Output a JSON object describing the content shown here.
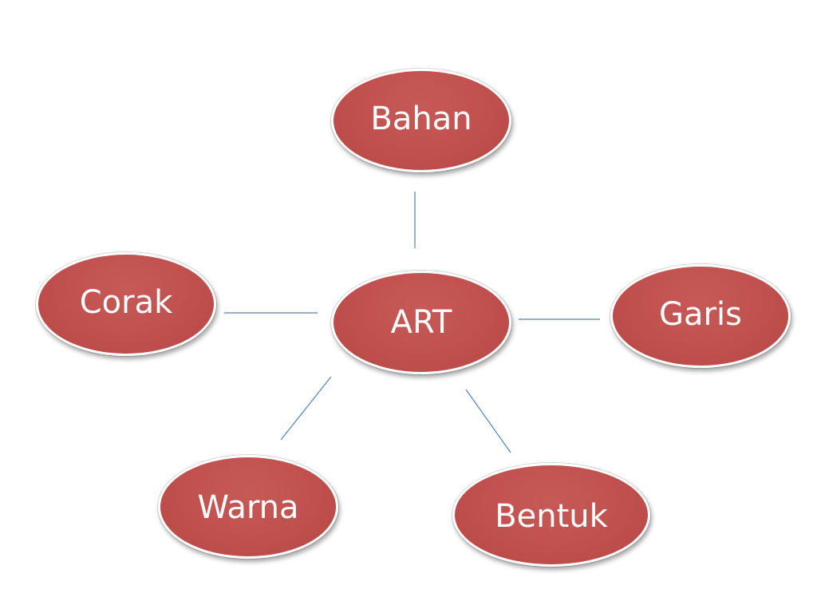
{
  "diagram": {
    "center": {
      "label": "ART"
    },
    "nodes": [
      {
        "id": "bahan",
        "label": "Bahan"
      },
      {
        "id": "corak",
        "label": "Corak"
      },
      {
        "id": "garis",
        "label": "Garis"
      },
      {
        "id": "warna",
        "label": "Warna"
      },
      {
        "id": "bentuk",
        "label": "Bentuk"
      }
    ],
    "colors": {
      "node_fill": "#c0504d",
      "node_border": "#ffffff",
      "connector": "#4f81bd",
      "text": "#ffffff",
      "background": "#ffffff"
    }
  }
}
